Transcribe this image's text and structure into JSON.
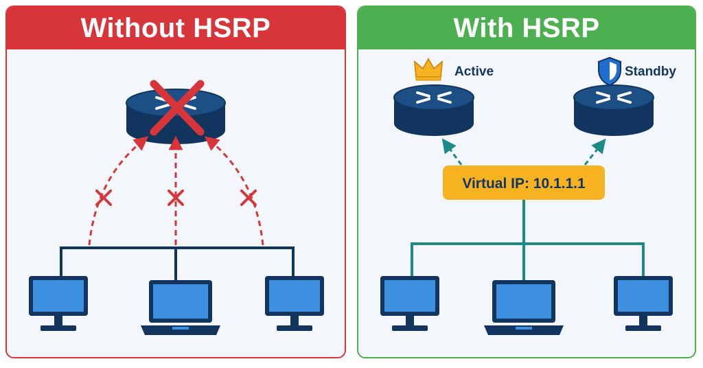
{
  "left_panel": {
    "title": "Without HSRP",
    "colors": {
      "frame": "#d8353a",
      "dashed_link": "#d8353a",
      "failure_x": "#d8353a"
    }
  },
  "right_panel": {
    "title": "With HSRP",
    "active_label": "Active",
    "standby_label": "Standby",
    "virtual_ip_label": "Virtual IP: 10.1.1.1",
    "colors": {
      "frame": "#4caf50",
      "links": "#1d8a8a",
      "virtual_ip_box": "#f7b221"
    }
  },
  "icons": {
    "router": "router-icon",
    "desktop": "desktop-icon",
    "laptop": "laptop-icon",
    "crown": "crown-icon",
    "shield": "shield-icon",
    "failure": "x-mark-icon"
  }
}
